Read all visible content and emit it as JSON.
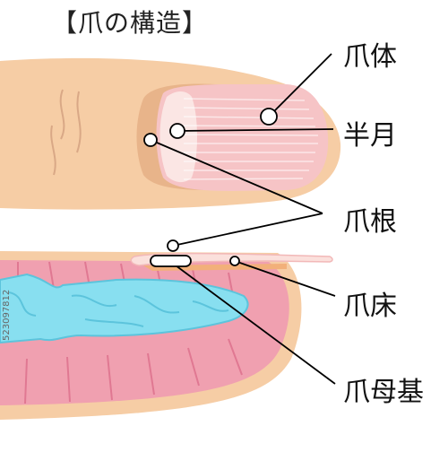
{
  "title": "【爪の構造】",
  "labels": {
    "nail_body": "爪体",
    "lunula": "半月",
    "nail_root": "爪根",
    "nail_bed": "爪床",
    "nail_matrix": "爪母基"
  },
  "side_id": "523097812",
  "colors": {
    "skin": "#f6cda5",
    "skin_shadow": "#e8b48a",
    "nail": "#f6c4c6",
    "lunula": "#fbe6e4",
    "tissue_pink": "#f0a0b0",
    "tissue_dark": "#e07892",
    "bone_blue": "#88dff0",
    "bone_outline": "#5cc4dc",
    "line": "#000000"
  }
}
